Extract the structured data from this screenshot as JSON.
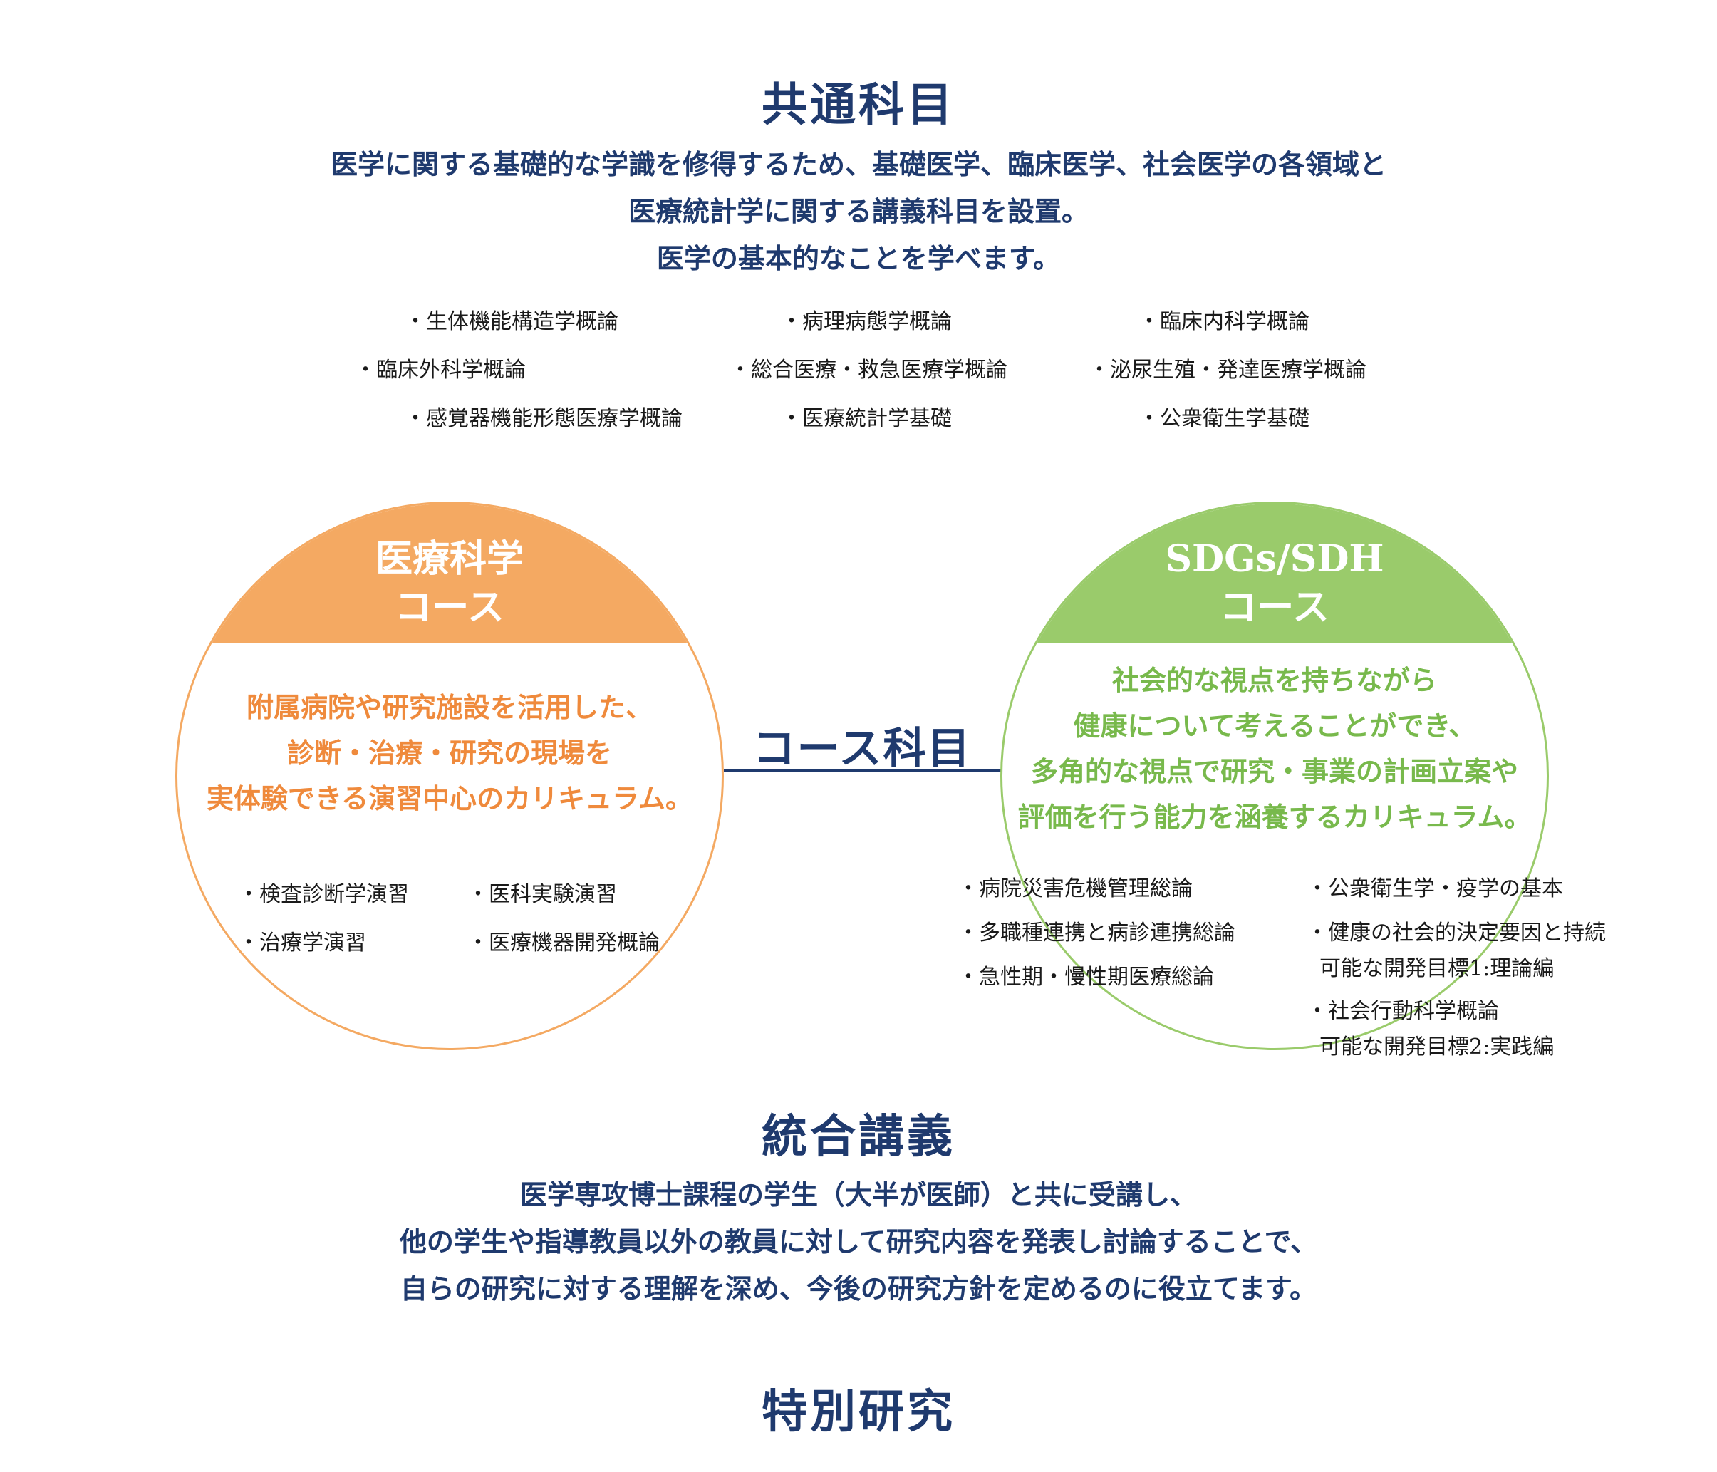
{
  "common": {
    "title": "共通科目",
    "desc_lines": [
      "医学に関する基礎的な学識を修得するため、基礎医学、臨床医学、社会医学の各領域と",
      "医療統計学に関する講義科目を設置。",
      "医学の基本的なことを学べます。"
    ],
    "subjects": [
      "・生体機能構造学概論",
      "・病理病態学概論",
      "・臨床内科学概論",
      "・臨床外科学概論",
      "・総合医療・救急医療学概論",
      "・泌尿生殖・発達医療学概論",
      "・感覚器機能形態医療学概論",
      "・医療統計学基礎",
      "・公衆衛生学基礎"
    ]
  },
  "course_subjects_label": "コース科目",
  "medical_course": {
    "title_lines": [
      "医療科学",
      "コース"
    ],
    "desc_lines": [
      "附属病院や研究施設を活用した、",
      "診断・治療・研究の現場を",
      "実体験できる演習中心のカリキュラム。"
    ],
    "subjects": [
      "・検査診断学演習",
      "・医科実験演習",
      "・治療学演習",
      "・医療機器開発概論"
    ],
    "color": "#f4a962",
    "text_color": "#ef8a3c"
  },
  "sdgs_course": {
    "title_lines": [
      "SDGs/SDH",
      "コース"
    ],
    "desc_lines": [
      "社会的な視点を持ちながら",
      "健康について考えることができ、",
      "多角的な視点で研究・事業の計画立案や",
      "評価を行う能力を涵養するカリキュラム。"
    ],
    "subjects_left": [
      "・病院災害危機管理総論",
      "・多職種連携と病診連携総論",
      "・急性期・慢性期医療総論"
    ],
    "subjects_right": [
      "・公衆衛生学・疫学の基本",
      "・健康の社会的決定要因と持続",
      "可能な開発目標1:理論編",
      "・社会行動科学概論",
      "可能な開発目標2:実践編"
    ],
    "color": "#9acb6b",
    "text_color": "#78b94c"
  },
  "integrated": {
    "title": "統合講義",
    "desc_lines": [
      "医学専攻博士課程の学生（大半が医師）と共に受講し、",
      "他の学生や指導教員以外の教員に対して研究内容を発表し討論することで、",
      "自らの研究に対する理解を深め、今後の研究方針を定めるのに役立てます。"
    ]
  },
  "special": {
    "title": "特別研究"
  },
  "colors": {
    "navy": "#1f3a6e"
  }
}
